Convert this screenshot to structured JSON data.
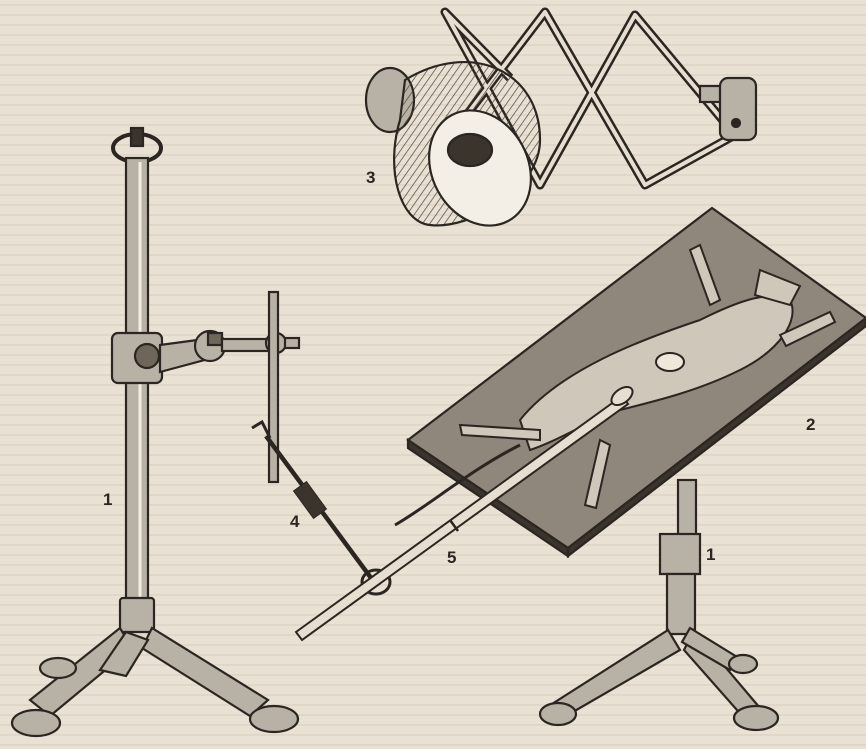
{
  "figure": {
    "labels": {
      "stand_left": "1",
      "stand_right": "1",
      "board": "2",
      "lamp": "3",
      "holder_rod": "4",
      "probe": "5"
    }
  },
  "colors": {
    "paper": "#e9e1d4",
    "ink": "#2b2621",
    "metal": "#b8b1a6",
    "board": "#8f877c",
    "animal": "#cfc7ba"
  }
}
